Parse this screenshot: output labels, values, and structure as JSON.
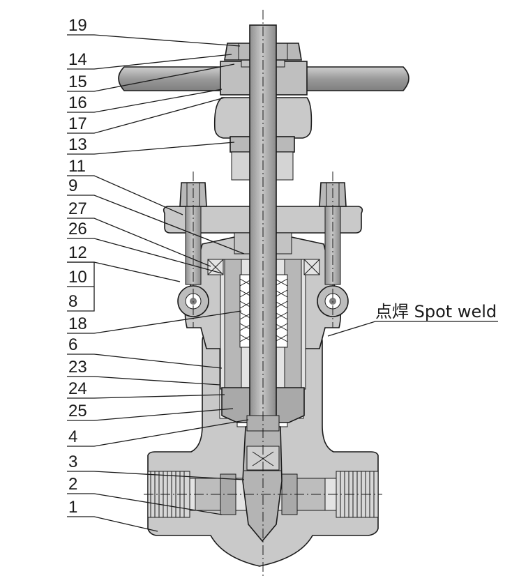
{
  "part_numbers": [
    "19",
    "14",
    "15",
    "16",
    "17",
    "13",
    "11",
    "9",
    "27",
    "26",
    "12",
    "10",
    "8",
    "18",
    "6",
    "23",
    "24",
    "25",
    "4",
    "3",
    "2",
    "1"
  ],
  "annotation": "点焊 Spot weld",
  "colors": {
    "body_fill": "#c9c9c9",
    "stem_fill": "#a9a9a9",
    "section_fill": "#e3e3e3",
    "line": "#1a1a1a"
  }
}
